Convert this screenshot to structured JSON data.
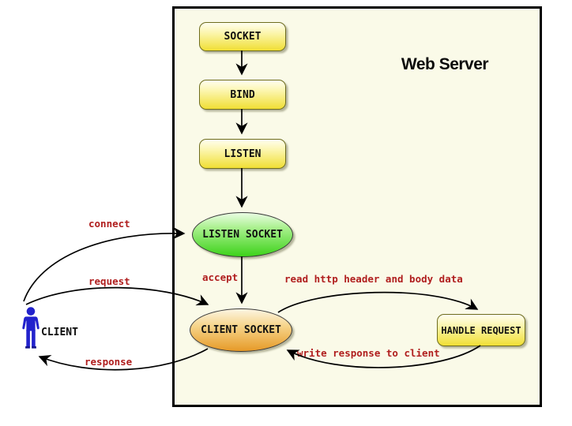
{
  "diagram": {
    "title": "Web Server",
    "nodes": {
      "socket": {
        "label": "SOCKET",
        "shape": "rounded-rect",
        "fill": "#f0df35"
      },
      "bind": {
        "label": "BIND",
        "shape": "rounded-rect",
        "fill": "#f0df35"
      },
      "listen": {
        "label": "LISTEN",
        "shape": "rounded-rect",
        "fill": "#f0df35"
      },
      "listen_socket": {
        "label": "LISTEN SOCKET",
        "shape": "ellipse",
        "fill": "#3cd21a"
      },
      "client_socket": {
        "label": "CLIENT SOCKET",
        "shape": "ellipse",
        "fill": "#e69a28"
      },
      "handle_request": {
        "label": "HANDLE REQUEST",
        "shape": "rounded-rect",
        "fill": "#f0df35"
      },
      "client": {
        "label": "CLIENT",
        "shape": "person-icon",
        "fill": "#2222cc"
      }
    },
    "edge_labels": {
      "connect": "connect",
      "request": "request",
      "response": "response",
      "accept": "accept",
      "read": "read http header and body data",
      "write": "write response to client"
    },
    "edges": [
      {
        "from": "socket",
        "to": "bind",
        "label": ""
      },
      {
        "from": "bind",
        "to": "listen",
        "label": ""
      },
      {
        "from": "listen",
        "to": "listen_socket",
        "label": ""
      },
      {
        "from": "listen_socket",
        "to": "client_socket",
        "label": "accept"
      },
      {
        "from": "client",
        "to": "listen_socket",
        "label": "connect"
      },
      {
        "from": "client",
        "to": "client_socket",
        "label": "request"
      },
      {
        "from": "client_socket",
        "to": "client",
        "label": "response"
      },
      {
        "from": "client_socket",
        "to": "handle_request",
        "label": "read http header and body data"
      },
      {
        "from": "handle_request",
        "to": "client_socket",
        "label": "write response to client"
      }
    ],
    "colors": {
      "page_background": "#ffffff",
      "server_background": "#fafae8",
      "server_border": "#000000",
      "step_fill_bottom": "#f0df35",
      "step_border": "#6e6c1e",
      "listen_socket_fill": "#3cd21a",
      "client_socket_fill": "#e69a28",
      "ellipse_border": "#3a3a3a",
      "edge_label_text": "#b01e1e",
      "node_text": "#111111",
      "client_icon": "#2222cc",
      "arrow": "#000000"
    }
  }
}
